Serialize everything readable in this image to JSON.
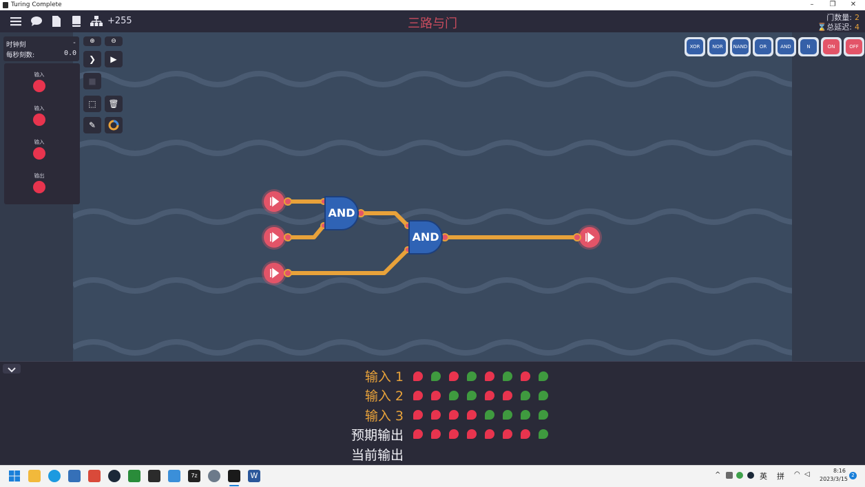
{
  "window": {
    "title": "Turing Complete"
  },
  "topbar": {
    "counter": "+255",
    "level_title": "三路与门",
    "gate_count_label": "门数量:",
    "gate_count_value": "2",
    "total_delay_label": "总延迟:",
    "total_delay_value": "4"
  },
  "clock": {
    "label": "时钟刻",
    "value": "-",
    "ticks_label": "每秒刻数:",
    "ticks_value": "0.0"
  },
  "io_panel": {
    "items": [
      {
        "label": "输入"
      },
      {
        "label": "输入"
      },
      {
        "label": "输入"
      },
      {
        "label": "输出"
      }
    ]
  },
  "palette": {
    "items": [
      "XOR",
      "NOR",
      "NAND",
      "OR",
      "AND",
      "N",
      "ON",
      "OFF"
    ]
  },
  "circuit": {
    "gate1_label": "AND",
    "gate2_label": "AND"
  },
  "truth_table": {
    "rows": [
      {
        "label": "输入 1",
        "values": [
          "off",
          "on",
          "off",
          "on",
          "off",
          "on",
          "off",
          "on"
        ]
      },
      {
        "label": "输入 2",
        "values": [
          "off",
          "off",
          "on",
          "on",
          "off",
          "off",
          "on",
          "on"
        ]
      },
      {
        "label": "输入 3",
        "values": [
          "off",
          "off",
          "off",
          "off",
          "on",
          "on",
          "on",
          "on"
        ]
      },
      {
        "label": "预期输出",
        "values": [
          "off",
          "off",
          "off",
          "off",
          "off",
          "off",
          "off",
          "on"
        ]
      },
      {
        "label": "当前输出",
        "values": []
      }
    ]
  },
  "colors": {
    "on": "#3f9a3f",
    "off": "#e8344e",
    "wire": "#e8a23a",
    "gate": "#2f63b5",
    "title": "#c94c5e",
    "canvas": "#3a4a5f"
  },
  "taskbar": {
    "ime_lang": "英",
    "ime_mode": "拼",
    "time": "8:16",
    "date": "2023/3/15",
    "notifications": "2"
  }
}
